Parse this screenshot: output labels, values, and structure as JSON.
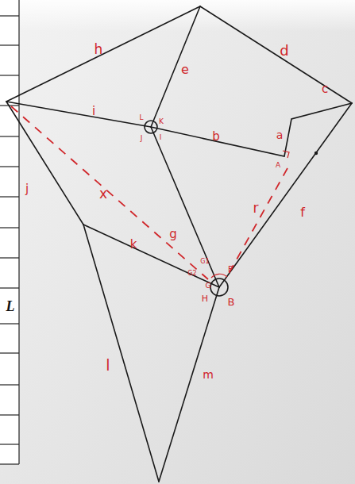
{
  "diagram": {
    "labels": [
      "h",
      "e",
      "d",
      "c",
      "i",
      "L",
      "K",
      "a",
      "b",
      "J",
      "I",
      "A",
      "j",
      "x",
      "r",
      "f",
      "g",
      "k",
      "G1",
      "G2",
      "F",
      "G",
      "H",
      "B",
      "L",
      "l",
      "m"
    ]
  }
}
